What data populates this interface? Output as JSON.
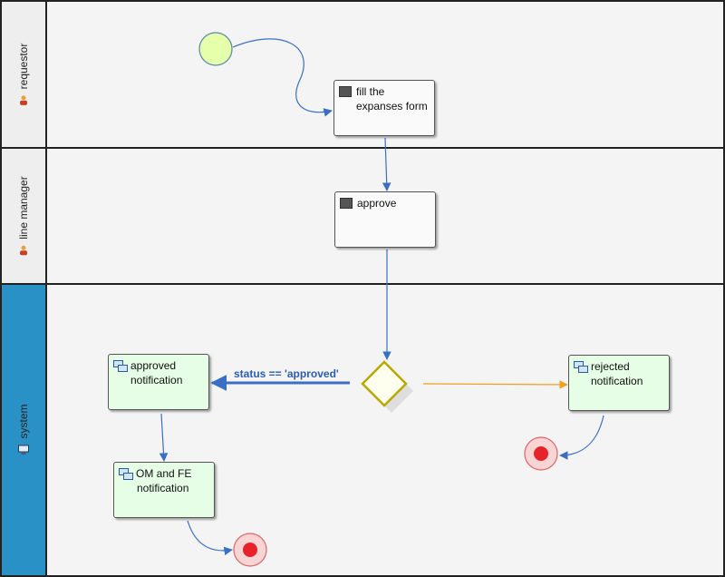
{
  "lanes": {
    "requestor": {
      "label": "requestor",
      "icon": "person-icon"
    },
    "line_manager": {
      "label": "line manager",
      "icon": "person-icon"
    },
    "system": {
      "label": "system",
      "icon": "computer-icon",
      "color": "#2a91c6"
    }
  },
  "tasks": {
    "fill_form": {
      "line1": "fill the",
      "line2": "expanses form"
    },
    "approve": {
      "line1": "approve"
    },
    "approved_notification": {
      "line1": "approved",
      "line2": "notification"
    },
    "om_fe_notification": {
      "line1": "OM and FE",
      "line2": "notification"
    },
    "rejected_notification": {
      "line1": "rejected",
      "line2": "notification"
    }
  },
  "flows": {
    "approved_condition": "status == 'approved'"
  },
  "colors": {
    "start_fill": "#e6ffaa",
    "flow_blue": "#3a6fc4",
    "flow_orange": "#f0a020",
    "gateway": "#b8a800",
    "end_fill": "#e8222a",
    "lane_border": "#222222"
  }
}
